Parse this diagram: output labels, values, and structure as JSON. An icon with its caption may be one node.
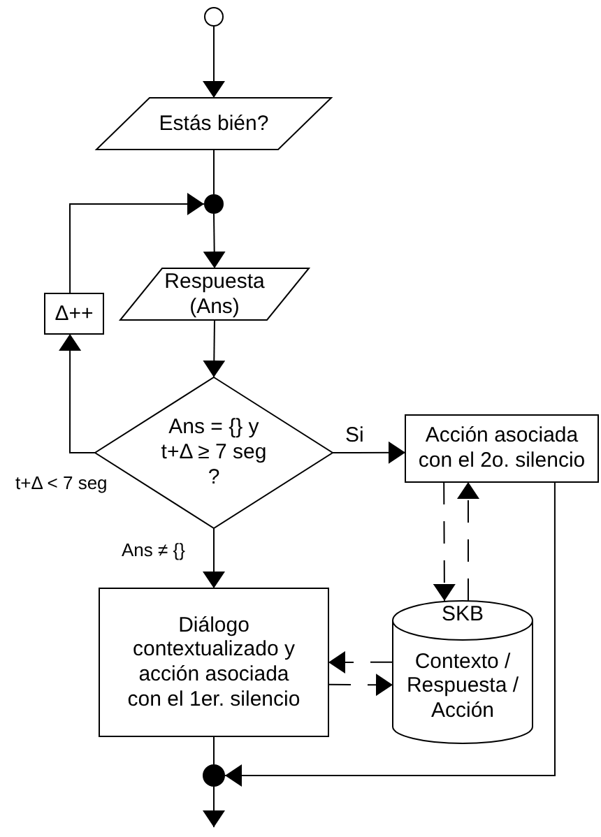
{
  "diagram": {
    "nodes": [
      {
        "text": [],
        "shape": "circle"
      },
      {
        "text": [
          "Estás bién?"
        ]
      },
      {
        "text": [],
        "shape": "circle"
      },
      {
        "text": [
          "Respuesta (Ans)"
        ]
      },
      {
        "text": [
          "Δ++"
        ]
      },
      {
        "text": [
          "Ans = {} y t+Δ ≥ 7 seg ?"
        ]
      },
      {
        "text": [
          "Acción asociada con el 2o. silencio"
        ]
      },
      {
        "text": [
          "Diálogo contextualizado y acción asociada con el 1er. silencio"
        ]
      },
      {
        "text": [
          "SKB",
          "Contexto / Respuesta / Acción"
        ]
      },
      {
        "text": [],
        "shape": "circle"
      }
    ],
    "edges": [
      {
        "from": 0,
        "to": 1,
        "arrow": "to"
      },
      {
        "from": 1,
        "to": 2,
        "arrow": "none"
      },
      {
        "from": 2,
        "to": 3,
        "arrow": "to"
      },
      {
        "from": 3,
        "to": 5,
        "arrow": "to"
      },
      {
        "from": 5,
        "to": 4,
        "arrow": "to",
        "label": "t+Δ < 7 seg"
      },
      {
        "from": 4,
        "to": 2,
        "arrow": "to"
      },
      {
        "from": 5,
        "to": 6,
        "arrow": "to",
        "label": "Si"
      },
      {
        "from": 5,
        "to": 7,
        "arrow": "to",
        "label": "Ans ≠ {}"
      },
      {
        "from": 6,
        "to": 8,
        "arrow": "to",
        "style": "dashed"
      },
      {
        "from": 8,
        "to": 6,
        "arrow": "to",
        "style": "dashed"
      },
      {
        "from": 8,
        "to": 7,
        "arrow": "to",
        "style": "dashed"
      },
      {
        "from": 7,
        "to": 8,
        "arrow": "to",
        "style": "dashed"
      },
      {
        "from": 7,
        "to": 9,
        "arrow": "none"
      },
      {
        "from": 6,
        "to": 9,
        "arrow": "to"
      },
      {
        "from": 9,
        "to": null,
        "arrow": "to"
      }
    ]
  }
}
